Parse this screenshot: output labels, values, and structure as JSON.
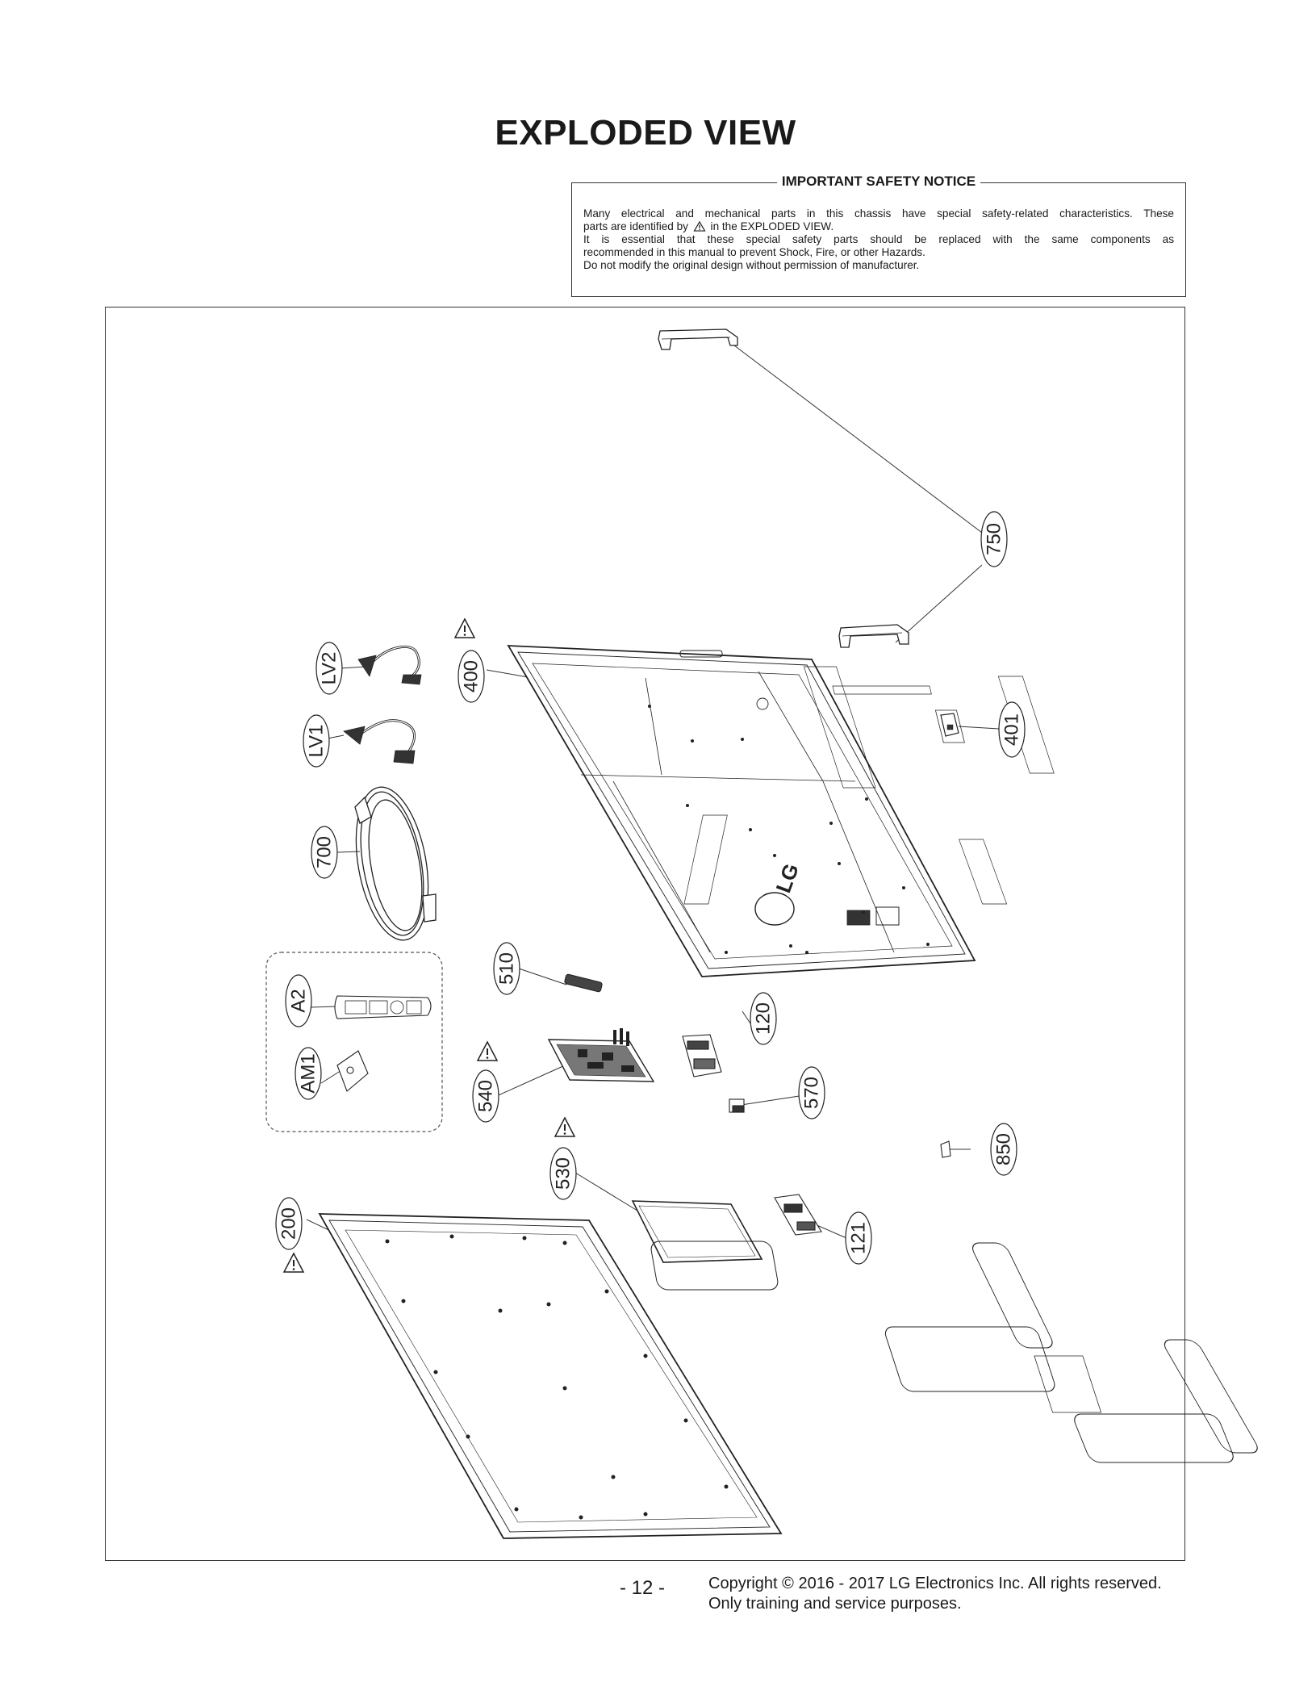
{
  "page": {
    "title": "EXPLODED VIEW",
    "page_number": "- 12 -",
    "copyright_line1": "Copyright © 2016 - 2017 LG Electronics Inc. All rights reserved.",
    "copyright_line2": "Only training and service purposes."
  },
  "notice": {
    "heading": "IMPORTANT SAFETY NOTICE",
    "line1": "Many electrical and mechanical parts in this chassis have special safety-related characteristics. These",
    "line2_pre": "parts are identified by",
    "line2_post": "in the EXPLODED VIEW.",
    "line3": "It is essential that these special safety parts should be replaced with the same components as",
    "line4": "recommended in this manual to prevent Shock, Fire, or other Hazards.",
    "line5": "Do not modify the original design without permission of manufacturer."
  },
  "parts": {
    "p750": "750",
    "p400": "400",
    "p401": "401",
    "lv2": "LV2",
    "lv1": "LV1",
    "p700": "700",
    "p510": "510",
    "a2": "A2",
    "am1": "AM1",
    "p120": "120",
    "p540": "540",
    "p570": "570",
    "p850": "850",
    "p530": "530",
    "p121": "121",
    "p200": "200",
    "brand_logo": "LG"
  }
}
